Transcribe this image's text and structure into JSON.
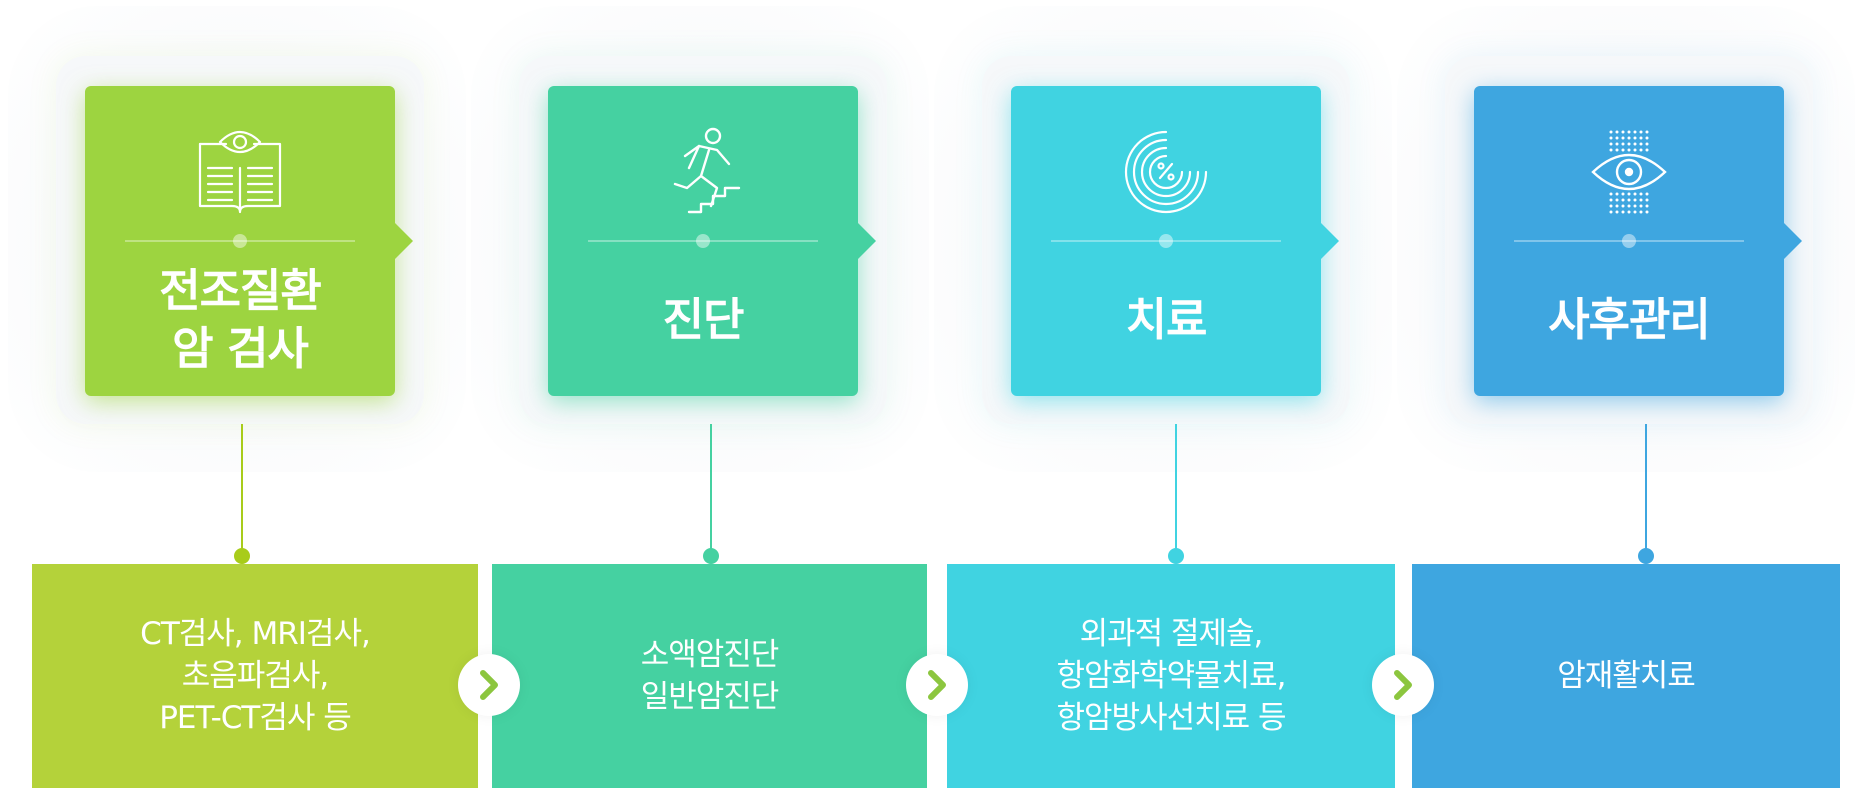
{
  "colors": {
    "step1": "#9dd440",
    "step2": "#45d1a1",
    "step3": "#40d3e1",
    "step4": "#3ea6e0",
    "box1": "#b4d23a",
    "chevron": "#8cc63f",
    "line1": "#a8cc1a"
  },
  "steps": [
    {
      "title_lines": [
        "전조질환",
        "암 검사"
      ],
      "icon": "book-eye-icon",
      "details": [
        "CT검사, MRI검사,",
        "초음파검사,",
        "PET-CT검사 등"
      ]
    },
    {
      "title_lines": [
        "진단"
      ],
      "icon": "running-stairs-icon",
      "details": [
        "소액암진단",
        "일반암진단"
      ]
    },
    {
      "title_lines": [
        "치료"
      ],
      "icon": "target-percent-icon",
      "details": [
        "외과적 절제술,",
        "항암화학약물치료,",
        "항암방사선치료 등"
      ]
    },
    {
      "title_lines": [
        "사후관리"
      ],
      "icon": "eye-dots-icon",
      "details": [
        "암재활치료"
      ]
    }
  ]
}
